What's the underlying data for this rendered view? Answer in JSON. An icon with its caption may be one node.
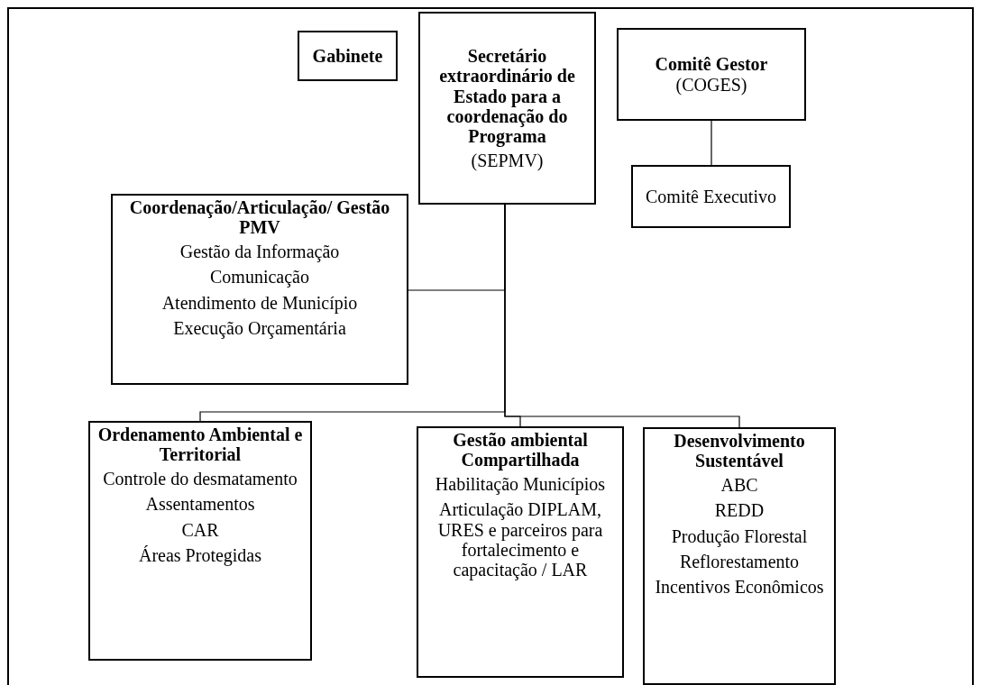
{
  "diagram": {
    "nodes": [
      {
        "text": [
          "Gabinete"
        ]
      },
      {
        "text": [
          "Secretário extraordinário de Estado para a coordenação do Programa",
          "(SEPMV)"
        ]
      },
      {
        "text": [
          "Comitê Gestor",
          "(COGES)"
        ]
      },
      {
        "text": [
          "Comitê Executivo"
        ]
      },
      {
        "text": [
          "Coordenação/Articulação/ Gestão PMV",
          "Gestão da Informação",
          "Comunicação",
          "Atendimento de Município",
          "Execução Orçamentária"
        ]
      },
      {
        "text": [
          "Ordenamento Ambiental e Territorial",
          "Controle do desmatamento",
          "Assentamentos",
          "CAR",
          "Áreas Protegidas"
        ]
      },
      {
        "text": [
          "Gestão ambiental Compartilhada",
          "Habilitação Municípios",
          "Articulação DIPLAM, URES e parceiros para fortalecimento e capacitação / LAR"
        ]
      },
      {
        "text": [
          "Desenvolvimento Sustentável",
          "ABC",
          "REDD",
          "Produção Florestal",
          "Reflorestamento",
          "Incentivos Econômicos"
        ]
      }
    ],
    "edges": [
      {
        "from": 2,
        "to": 3,
        "arrow": "none"
      },
      {
        "from": 1,
        "to": 4,
        "arrow": "none"
      },
      {
        "from": 1,
        "to": 5,
        "arrow": "none"
      },
      {
        "from": 1,
        "to": 6,
        "arrow": "none"
      },
      {
        "from": 1,
        "to": 7,
        "arrow": "none"
      }
    ]
  }
}
